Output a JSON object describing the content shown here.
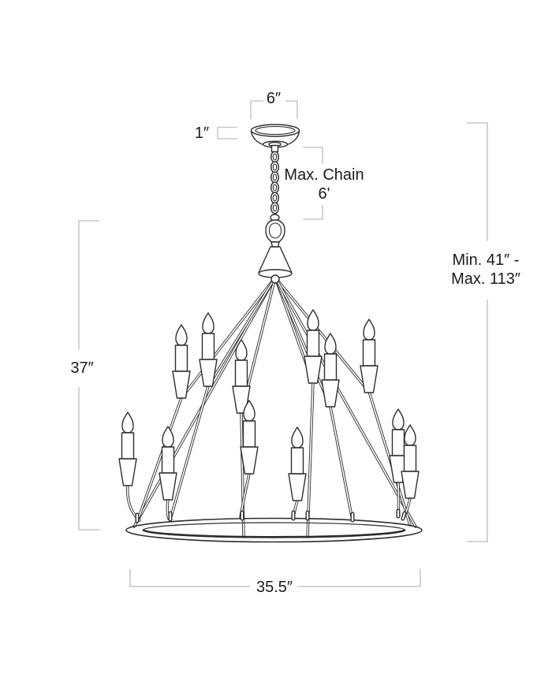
{
  "page": {
    "background": "#ffffff"
  },
  "colors": {
    "background": "#ffffff",
    "drawing_line": "#2d2d2d",
    "dimension_line": "#c9c9c9",
    "text": "#1b1b1b"
  },
  "figure": {
    "type": "product-dimension-diagram",
    "subject": "two-tier candle chandelier line drawing",
    "light_count": 12,
    "upper_tier_lights": 6,
    "lower_tier_lights": 6
  },
  "labels": {
    "canopy_width": "6″",
    "canopy_height": "1″",
    "max_chain_line1": "Max. Chain",
    "max_chain_line2": "6'",
    "overall_line1": "Min. 41″ -",
    "overall_line2": "Max. 113″",
    "fixture_height": "37″",
    "fixture_width": "35.5″"
  }
}
